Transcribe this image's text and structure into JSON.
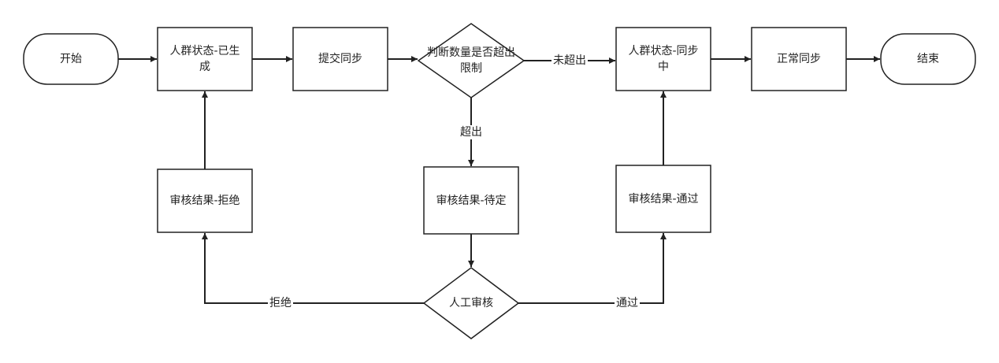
{
  "nodes": {
    "start": "开始",
    "generated": "人群状态-已生成",
    "submit_sync": "提交同步",
    "check_limit": "判断数量是否超出限制",
    "syncing": "人群状态-同步中",
    "normal_sync": "正常同步",
    "end": "结束",
    "review_rejected": "审核结果-拒绝",
    "review_pending": "审核结果-待定",
    "review_passed": "审核结果-通过",
    "manual_review": "人工审核"
  },
  "edges": {
    "not_exceeded": "未超出",
    "exceeded": "超出",
    "reject": "拒绝",
    "pass": "通过"
  },
  "colors": {
    "stroke": "#222222",
    "fill": "#ffffff",
    "text": "#222222"
  }
}
